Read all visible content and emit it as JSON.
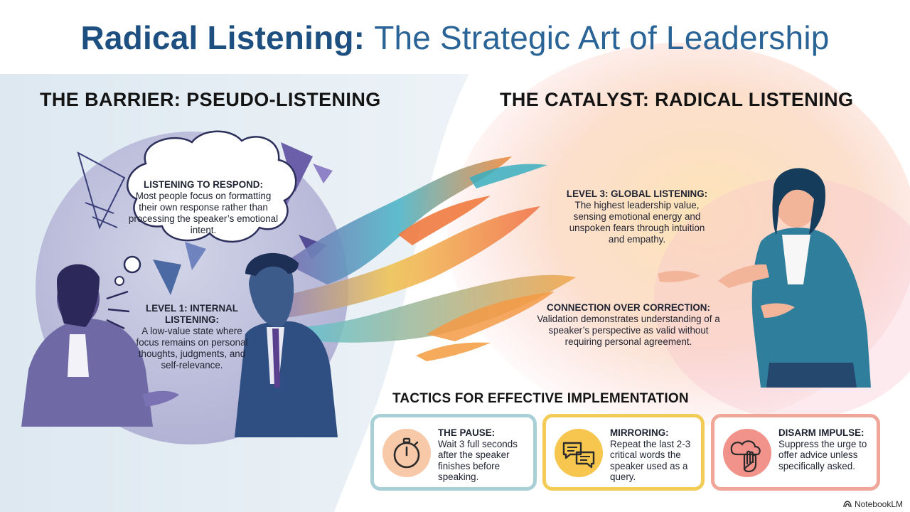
{
  "title": {
    "strong": "Radical Listening:",
    "light": "The Strategic Art of Leadership"
  },
  "left": {
    "heading": "THE BARRIER: PSEUDO-LISTENING",
    "respond": {
      "label": "LISTENING TO RESPOND:",
      "text": "Most people focus on formatting their own response rather than processing the speaker’s emotional intent."
    },
    "level1": {
      "label": "LEVEL 1: INTERNAL LISTENING:",
      "text": "A low-value state where focus remains on personal thoughts, judgments, and self-relevance."
    }
  },
  "right": {
    "heading": "THE CATALYST: RADICAL LISTENING",
    "level3": {
      "label": "LEVEL 3: GLOBAL LISTENING:",
      "text": "The highest leadership value, sensing emotional energy and unspoken fears through intuition and empathy."
    },
    "connection": {
      "label": "CONNECTION OVER CORRECTION:",
      "text": "Validation demonstrates understanding of a speaker’s perspective as valid without requiring personal agreement."
    }
  },
  "tactics": {
    "heading": "TACTICS FOR EFFECTIVE IMPLEMENTATION",
    "items": [
      {
        "label": "THE PAUSE:",
        "text": "Wait 3 full seconds after the speaker finishes before speaking.",
        "icon": "stopwatch-icon"
      },
      {
        "label": "MIRRORING:",
        "text": "Repeat the last 2-3 critical words the speaker used as a query.",
        "icon": "speech-bubbles-icon"
      },
      {
        "label": "DISARM IMPULSE:",
        "text": "Suppress the urge to offer advice unless specifically asked.",
        "icon": "stop-hand-icon"
      }
    ]
  },
  "brand": {
    "label": "NotebookLM",
    "icon": "notebooklm-icon"
  },
  "colors": {
    "title": "#1d4f80",
    "teal": "#3aaec0",
    "orange": "#f08a3e",
    "violet": "#6b6aa8",
    "card_teal": "#a9d0d6",
    "card_yellow": "#f3cc58",
    "card_coral": "#f0a79a"
  }
}
